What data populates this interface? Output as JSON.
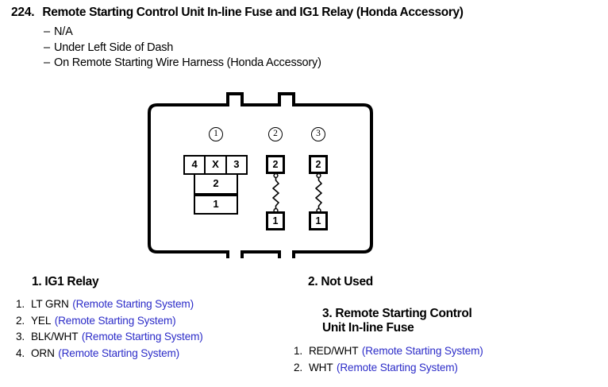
{
  "page": {
    "entry_number": "224.",
    "title": "Remote Starting Control Unit In-line Fuse and IG1 Relay (Honda Accessory)",
    "sub_lines": [
      {
        "dash": "–",
        "text": "N/A"
      },
      {
        "dash": "–",
        "text": "Under Left Side of Dash"
      },
      {
        "dash": "–",
        "text": "On Remote Starting Wire Harness (Honda Accessory)"
      }
    ]
  },
  "diagram": {
    "callouts": [
      {
        "label": "1"
      },
      {
        "label": "2"
      },
      {
        "label": "3"
      }
    ],
    "group1": {
      "top_row": [
        "4",
        "X",
        "3"
      ],
      "row2": "2",
      "row3": "1"
    },
    "group2": {
      "top_terminal": "2",
      "bottom_terminal": "1"
    },
    "group3": {
      "top_terminal": "2",
      "bottom_terminal": "1"
    }
  },
  "legend": {
    "section1": {
      "heading": "1. IG1 Relay",
      "items": [
        {
          "num": "1.",
          "wire": "LT GRN",
          "system": "(Remote Starting System)"
        },
        {
          "num": "2.",
          "wire": "YEL",
          "system": "(Remote Starting System)"
        },
        {
          "num": "3.",
          "wire": "BLK/WHT",
          "system": "(Remote Starting System)"
        },
        {
          "num": "4.",
          "wire": "ORN",
          "system": "(Remote Starting System)"
        }
      ]
    },
    "section2": {
      "heading": "2. Not Used"
    },
    "section3": {
      "heading_line1": "3. Remote Starting Control",
      "heading_line2": "Unit In-line Fuse",
      "items": [
        {
          "num": "1.",
          "wire": "RED/WHT",
          "system": "(Remote Starting System)"
        },
        {
          "num": "2.",
          "wire": "WHT",
          "system": "(Remote Starting System)"
        }
      ]
    }
  },
  "colors": {
    "ink": "#000000",
    "system_blue": "#2b2bc8",
    "background": "#ffffff"
  }
}
